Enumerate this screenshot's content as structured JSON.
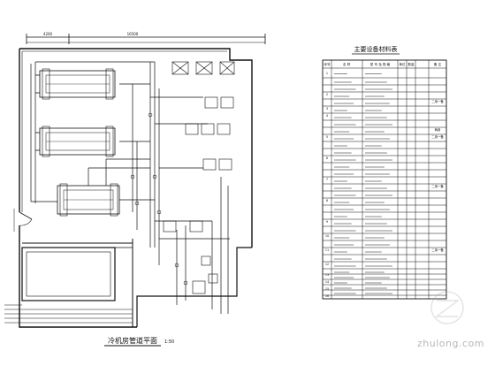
{
  "plan": {
    "title": "冷机房管道平面",
    "scale": "1:50",
    "dim_top": "16500",
    "dim_left_segment": "4200"
  },
  "table": {
    "title": "主要设备材料表",
    "headers": [
      "序号",
      "名 称",
      "型 号 及 规 格",
      "单位",
      "数量",
      "备 注"
    ],
    "row_numbers": [
      "1",
      "2",
      "3",
      "4",
      "5",
      "6",
      "7",
      "8",
      "9",
      "10",
      "11",
      "12",
      "13",
      "14",
      "15",
      "16"
    ],
    "remarks": [
      "二用一备",
      "",
      "两用",
      "二用一备",
      "",
      "二用一备",
      "",
      "二用一备"
    ]
  },
  "watermark": {
    "text": "zhulong.com"
  },
  "colors": {
    "line": "#111111",
    "watermark": "#b8b8b8"
  }
}
